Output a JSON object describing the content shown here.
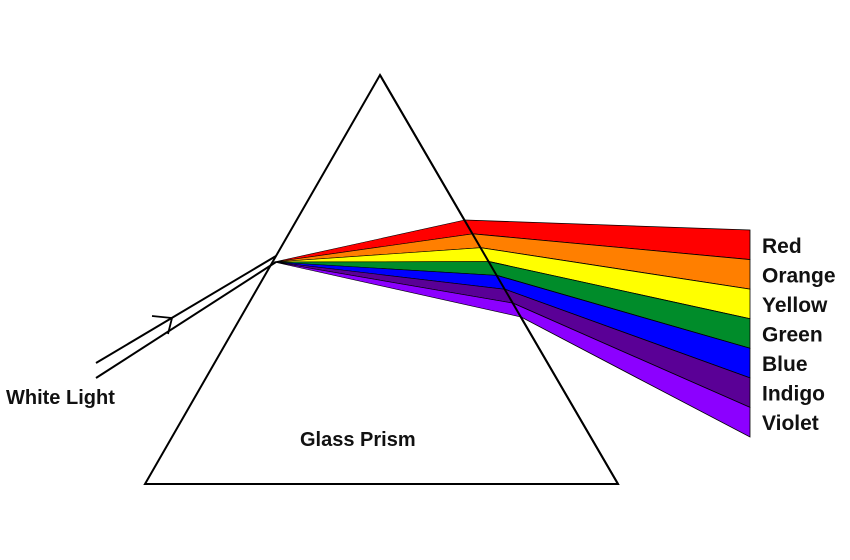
{
  "labels": {
    "white_light": "White Light",
    "prism": "Glass Prism"
  },
  "spectrum": [
    {
      "name": "Red",
      "color": "#ff0000"
    },
    {
      "name": "Orange",
      "color": "#ff7f00"
    },
    {
      "name": "Yellow",
      "color": "#ffff00"
    },
    {
      "name": "Green",
      "color": "#008c2a"
    },
    {
      "name": "Blue",
      "color": "#0000ff"
    },
    {
      "name": "Indigo",
      "color": "#5a0096"
    },
    {
      "name": "Violet",
      "color": "#8c00ff"
    }
  ],
  "colors": {
    "outline": "#000000",
    "background": "#ffffff"
  }
}
